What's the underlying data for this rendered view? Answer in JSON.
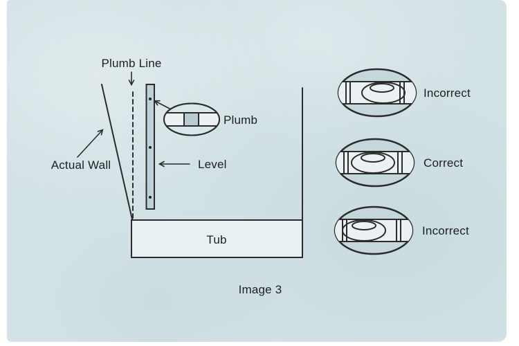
{
  "page": {
    "background_color": "#ffffff",
    "canvas_color": "#d3e2e5"
  },
  "diagram": {
    "caption": "Image 3",
    "plumb_line_label": "Plumb Line",
    "actual_wall_label": "Actual Wall",
    "plumb_label": "Plumb",
    "level_label": "Level",
    "tub_label": "Tub",
    "vials": [
      {
        "label": "Incorrect",
        "bubble_position": "right"
      },
      {
        "label": "Correct",
        "bubble_position": "center"
      },
      {
        "label": "Incorrect",
        "bubble_position": "left"
      }
    ],
    "colors": {
      "line": "#2b2b2b",
      "text": "#1f1f1f",
      "level_fill": "#bdd1d7",
      "vial_fill": "#c6d7db",
      "band_fill": "#ebf1f2",
      "tub_fill": "#e9f0f2",
      "plumb_center_fill": "#b9ccd3"
    }
  }
}
